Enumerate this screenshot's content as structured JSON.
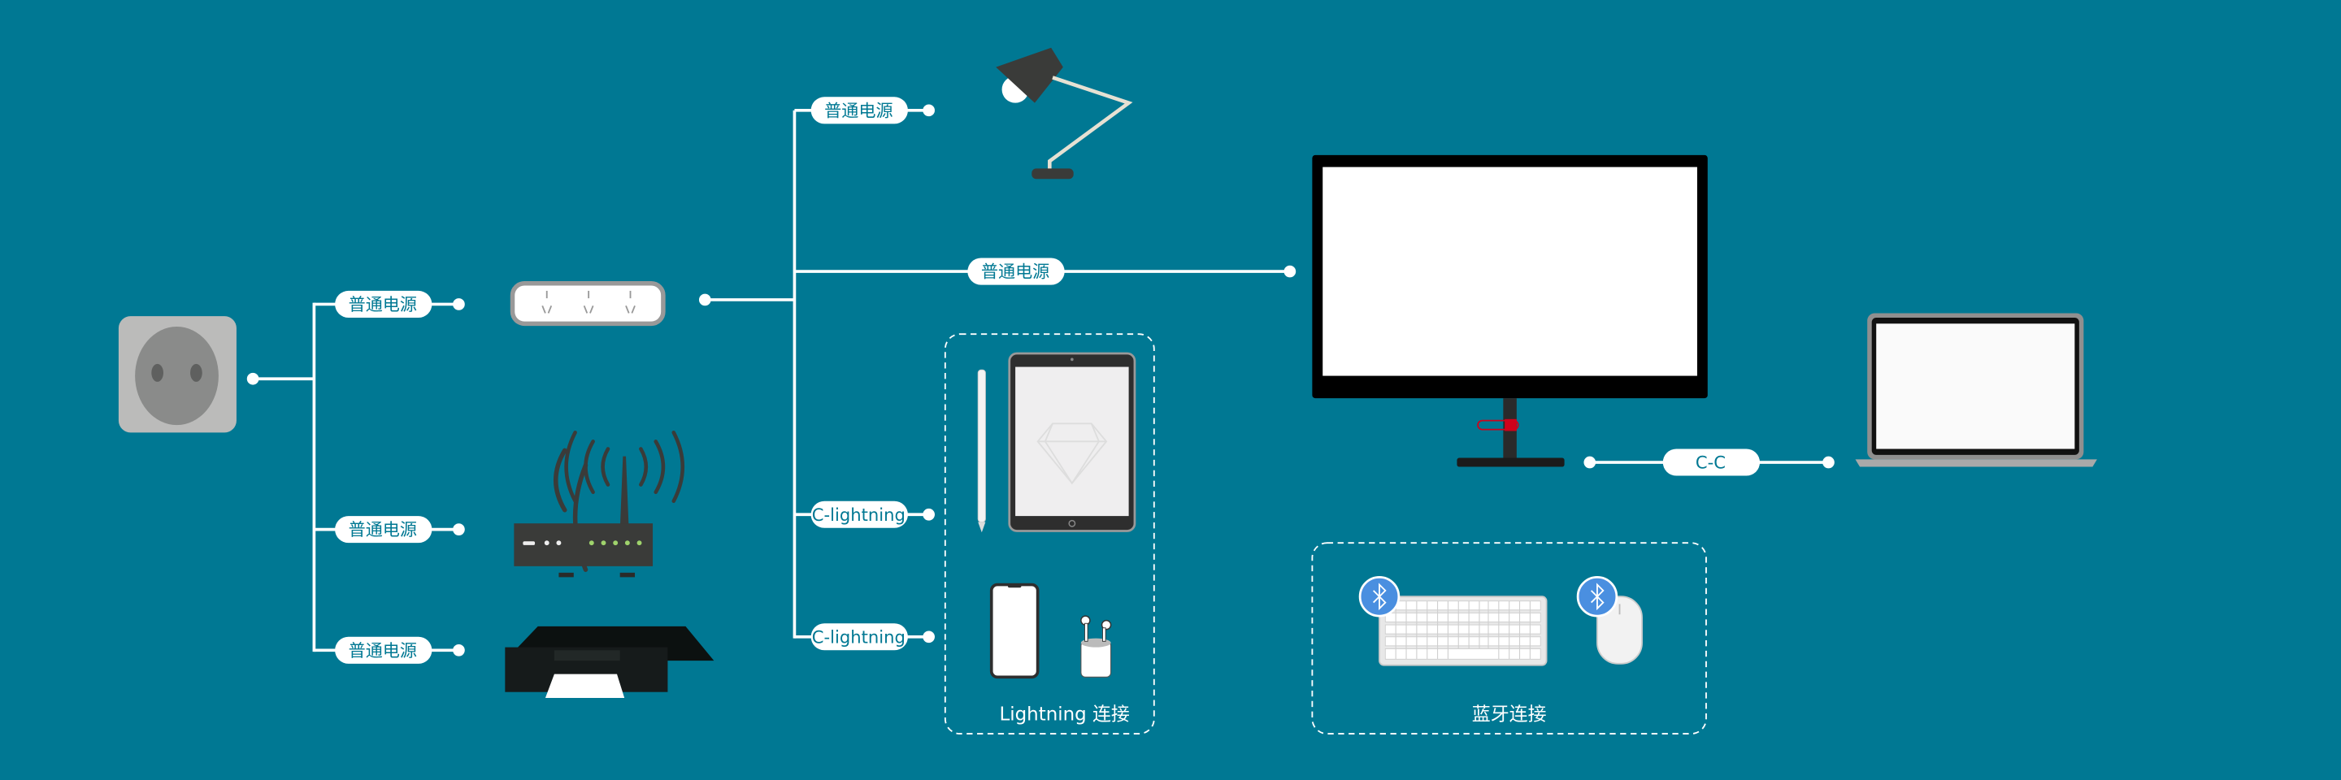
{
  "colors": {
    "background": "#007893",
    "line": "#ffffff",
    "bluetooth": "#4a8fe0",
    "accent_red": "#d0021b"
  },
  "labels": {
    "strip_power": "普通电源",
    "router_power": "普通电源",
    "printer_power": "普通电源",
    "lamp_power": "普通电源",
    "monitor_power": "普通电源",
    "ipad_cable": "C-lightning",
    "iphone_cable": "C-lightning",
    "monitor_laptop_cable": "C-C"
  },
  "groups": {
    "lightning": "Lightning 连接",
    "bluetooth": "蓝牙连接"
  },
  "devices": [
    "wall-outlet",
    "power-strip",
    "wifi-router",
    "printer",
    "desk-lamp",
    "monitor",
    "ipad",
    "apple-pencil",
    "iphone",
    "airpods",
    "laptop",
    "keyboard",
    "mouse"
  ]
}
